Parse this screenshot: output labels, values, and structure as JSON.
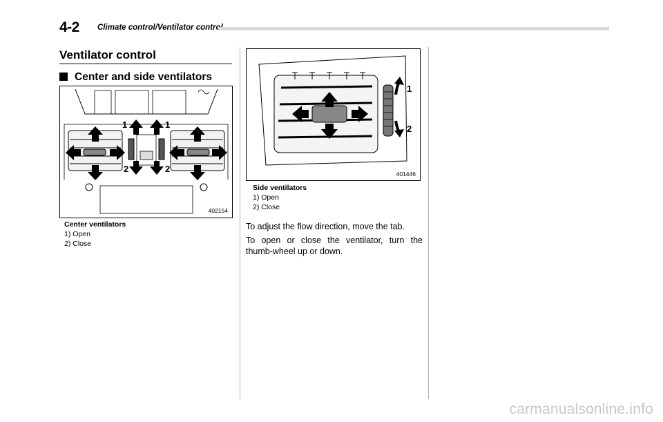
{
  "header": {
    "page_number": "4-2",
    "title": "Climate control/Ventilator control"
  },
  "section": {
    "title": "Ventilator control"
  },
  "subsection": {
    "title": "Center and side ventilators"
  },
  "figure_center": {
    "code": "402154",
    "labels": {
      "open": "1",
      "close": "2"
    },
    "caption": {
      "title": "Center ventilators",
      "items": [
        "1) Open",
        "2) Close"
      ]
    }
  },
  "figure_side": {
    "code": "401446",
    "labels": {
      "open": "1",
      "close": "2"
    },
    "caption": {
      "title": "Side ventilators",
      "items": [
        "1) Open",
        "2) Close"
      ]
    }
  },
  "paragraphs": [
    "To adjust the flow direction, move the tab.",
    "To open or close the ventilator, turn the thumb-wheel up or down."
  ],
  "watermark": "carmanualsonline.info"
}
